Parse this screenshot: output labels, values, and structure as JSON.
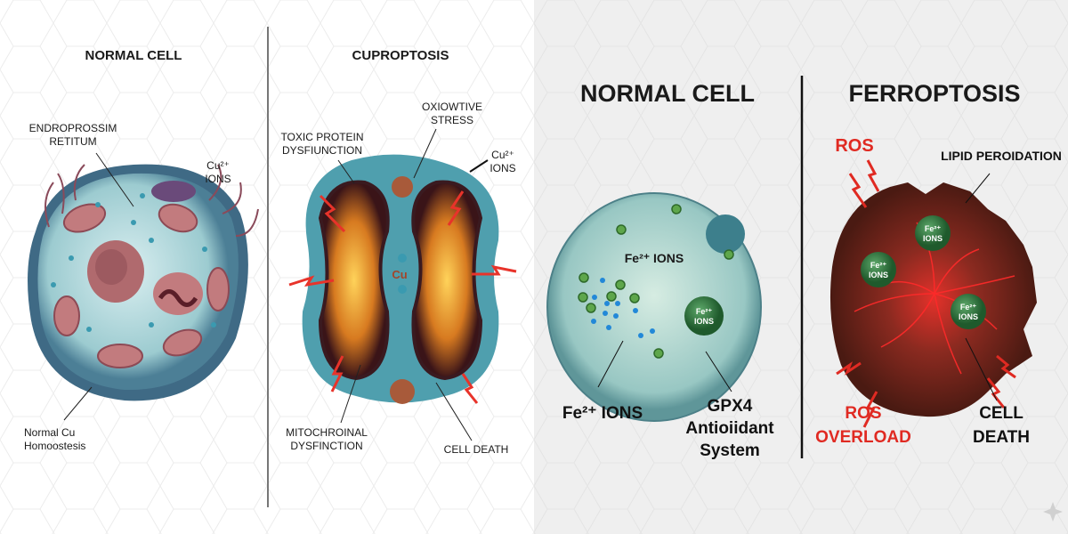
{
  "panels": {
    "normal_cu": {
      "title": "NORMAL CELL",
      "labels": {
        "er_line1": "ENDROPROSSIM",
        "er_line2": "RETITUM",
        "ions_line1": "Cu²⁺",
        "ions_line2": "IONS",
        "homeo_line1": "Normal Cu",
        "homeo_line2": "Homoostesis"
      }
    },
    "cuproptosis": {
      "title": "CUPROPTOSIS",
      "labels": {
        "toxic_line1": "TOXIC PROTEIN",
        "toxic_line2": "DYSFIUNCTION",
        "ox_line1": "OXIOWTIVE",
        "ox_line2": "STRESS",
        "ions_line1": "Cu²⁺",
        "ions_line2": "IONS",
        "center_cu": "Cu",
        "mito_line1": "MITOCHROINAL",
        "mito_line2": "DYSFINCTION",
        "death": "CELL DEATH"
      }
    },
    "normal_fe": {
      "title": "NORMAL CELL",
      "labels": {
        "center_ions": "Fe²⁺ IONS",
        "bubble_line1": "Fe²⁺",
        "bubble_line2": "IONS",
        "ions_bottom": "Fe²⁺ IONS",
        "gpx_line1": "GPX4",
        "gpx_line2": "Antioiidant",
        "gpx_line3": "System"
      }
    },
    "ferroptosis": {
      "title": "FERROPTOSIS",
      "labels": {
        "ros": "ROS",
        "lipid": "LIPID PEROIDATION",
        "ion_line1": "Fe²⁺",
        "ion_line2": "IONS",
        "overload_line1": "ROS",
        "overload_line2": "OVERLOAD",
        "death_line1": "CELL",
        "death_line2": "DEATH"
      }
    }
  },
  "colors": {
    "ros_red": "#e02a22",
    "cell_teal": "#9fcfcf",
    "ferro_brown": "#5a2018",
    "ion_green": "#2f7a3a"
  }
}
